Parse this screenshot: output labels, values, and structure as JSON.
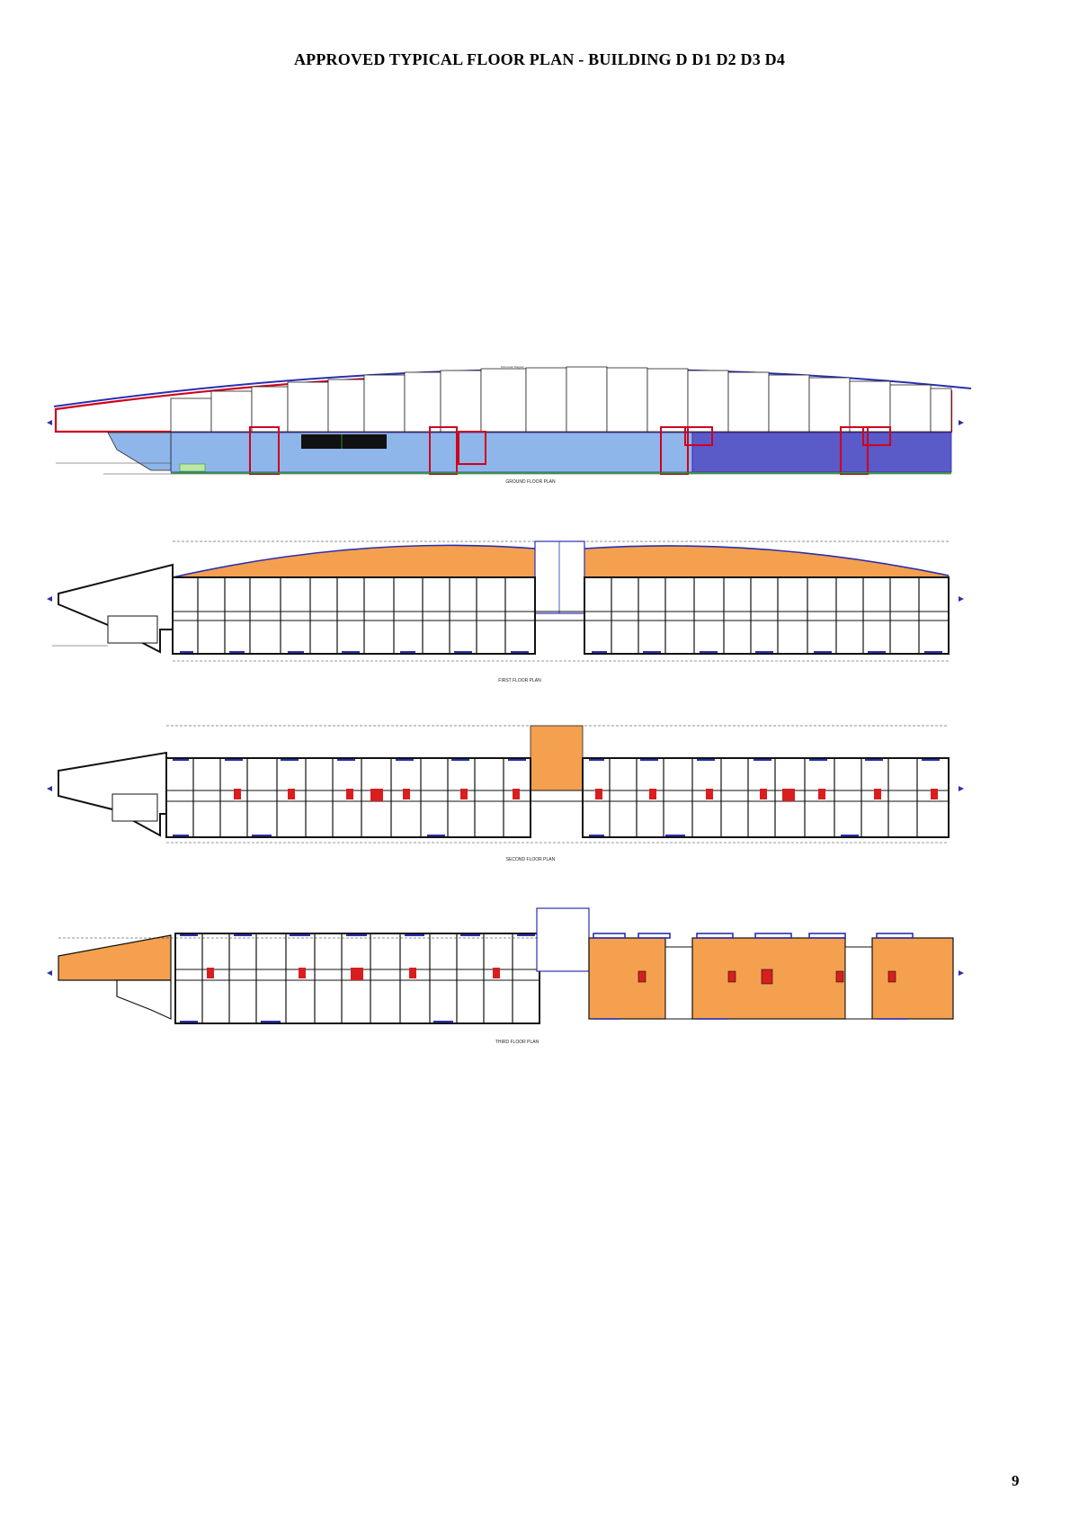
{
  "document": {
    "title": "APPROVED TYPICAL FLOOR PLAN - BUILDING D D1 D2 D3 D4",
    "page_number": "9"
  },
  "plans": {
    "ground": {
      "caption": "GROUND FLOOR PLAN",
      "top_note": "Schematic Diagram"
    },
    "first": {
      "caption": "FIRST FLOOR PLAN"
    },
    "second": {
      "caption": "SECOND FLOOR PLAN"
    },
    "third": {
      "caption": "THIRD FLOOR PLAN"
    }
  },
  "colors": {
    "outline_red": "#d0001c",
    "roof_blue": "#2a2fb0",
    "floor_blue": "#8fb6ea",
    "floor_dark_blue": "#5a5ac9",
    "balcony_orange": "#f4a04e",
    "core_red": "#d81e1e",
    "lines": "#111111"
  }
}
